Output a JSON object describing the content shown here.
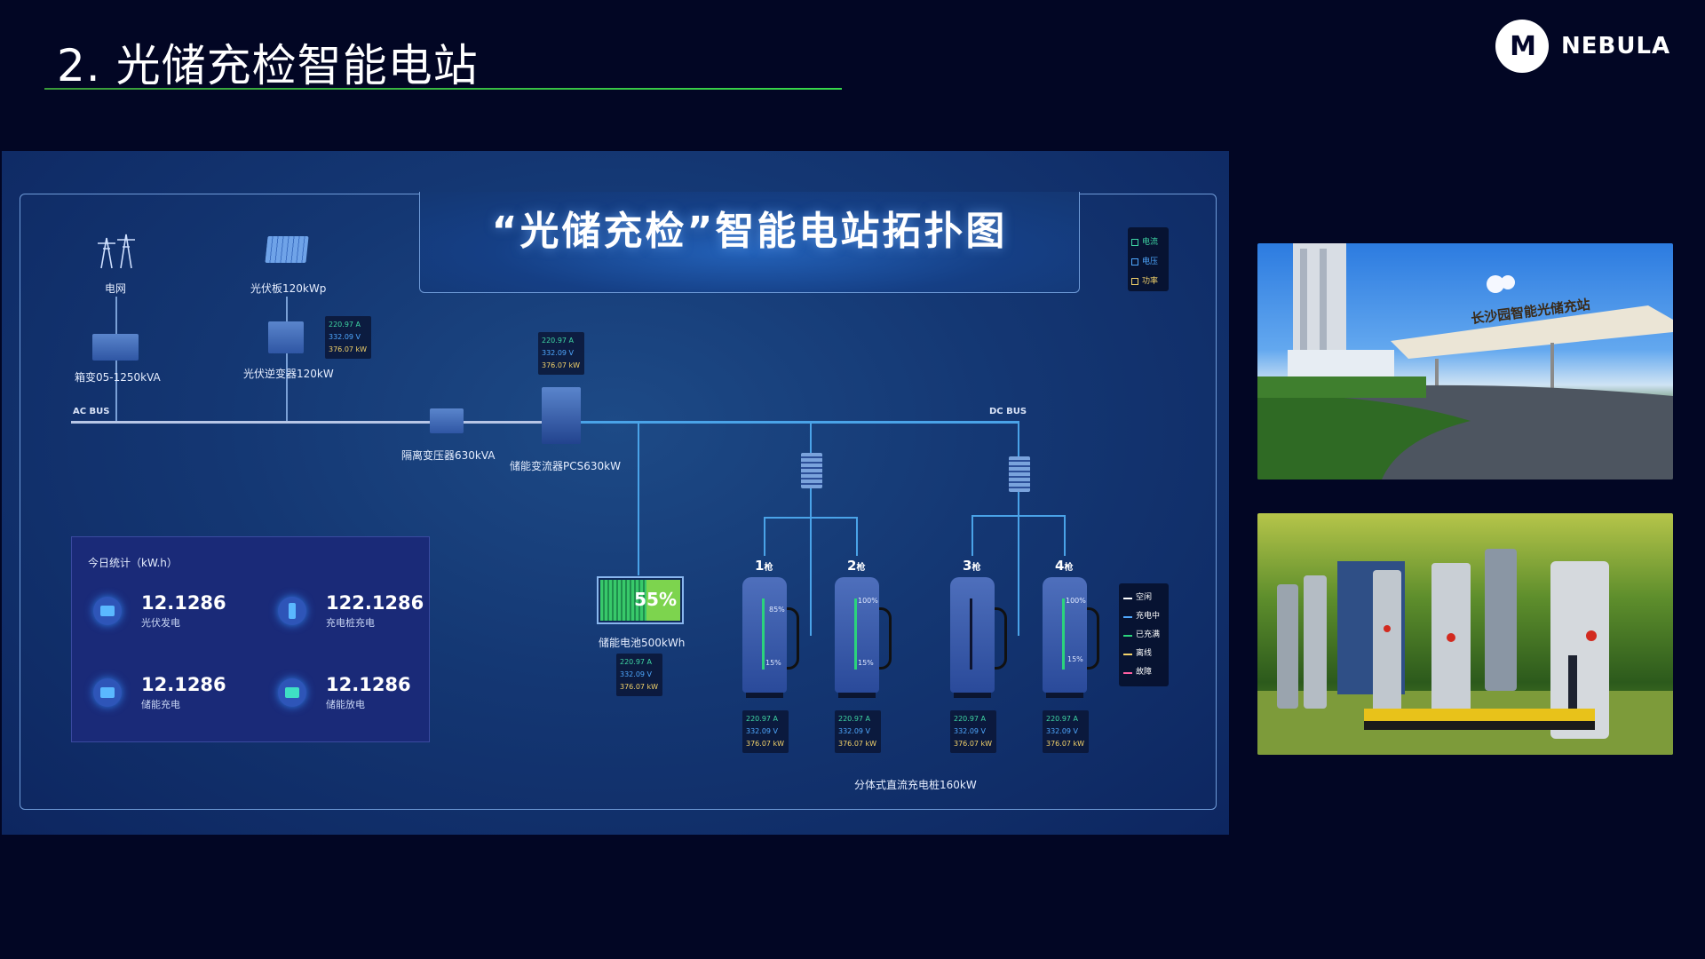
{
  "slide": {
    "title": "2. 光储充检智能电站",
    "brand": {
      "logo_text": "M",
      "name": "NEBULA"
    }
  },
  "topology": {
    "title": "“光储充检”智能电站拓扑图",
    "ac_bus_label": "AC BUS",
    "dc_bus_label": "DC BUS",
    "nodes": {
      "grid": "电网",
      "pv_panel": "光伏板120kWp",
      "box_transformer": "箱变05-1250kVA",
      "pv_inverter": "光伏逆变器120kW",
      "isolation_transformer": "隔离变压器630kVA",
      "pcs": "储能变流器PCS630kW",
      "storage_battery": "储能电池500kWh",
      "dc_charger_caption": "分体式直流充电桩160kW"
    },
    "legend_top": [
      {
        "label": "电流",
        "color": "#3fd6a4"
      },
      {
        "label": "电压",
        "color": "#4fa8ff"
      },
      {
        "label": "功率",
        "color": "#f3d26a"
      }
    ],
    "meters": {
      "pv_inverter": {
        "current": "220.97 A",
        "voltage": "332.09 V",
        "power": "376.07 kW"
      },
      "pcs": {
        "current": "220.97 A",
        "voltage": "332.09 V",
        "power": "376.07 kW"
      },
      "battery": {
        "current": "220.97 A",
        "voltage": "332.09 V",
        "power": "376.07 kW"
      }
    },
    "battery_soc": "55%",
    "stats": {
      "title": "今日统计（kW.h）",
      "items": [
        {
          "value": "12.1286",
          "label": "光伏发电"
        },
        {
          "value": "122.1286",
          "label": "充电桩充电"
        },
        {
          "value": "12.1286",
          "label": "储能充电"
        },
        {
          "value": "12.1286",
          "label": "储能放电"
        }
      ]
    },
    "chargers": [
      {
        "id": "1",
        "suffix": "枪",
        "top_pct": "85%",
        "bottom_pct": "15%",
        "current": "220.97 A",
        "voltage": "332.09 V",
        "power": "376.07 kW"
      },
      {
        "id": "2",
        "suffix": "枪",
        "top_pct": "100%",
        "bottom_pct": "15%",
        "current": "220.97 A",
        "voltage": "332.09 V",
        "power": "376.07 kW"
      },
      {
        "id": "3",
        "suffix": "枪",
        "top_pct": "",
        "bottom_pct": "",
        "current": "220.97 A",
        "voltage": "332.09 V",
        "power": "376.07 kW"
      },
      {
        "id": "4",
        "suffix": "枪",
        "top_pct": "100%",
        "bottom_pct": "15%",
        "current": "220.97 A",
        "voltage": "332.09 V",
        "power": "376.07 kW"
      }
    ],
    "legend_bottom": [
      {
        "label": "空闲",
        "color": "#ffffff"
      },
      {
        "label": "充电中",
        "color": "#4fa8ff"
      },
      {
        "label": "已充满",
        "color": "#2bd37c"
      },
      {
        "label": "离线",
        "color": "#f3d26a"
      },
      {
        "label": "故障",
        "color": "#ff5fa2"
      }
    ]
  },
  "photos": {
    "station_sign_text": "长沙园智能光储充站",
    "photo1_name": "station-exterior-photo",
    "photo2_name": "charging-piles-photo"
  }
}
